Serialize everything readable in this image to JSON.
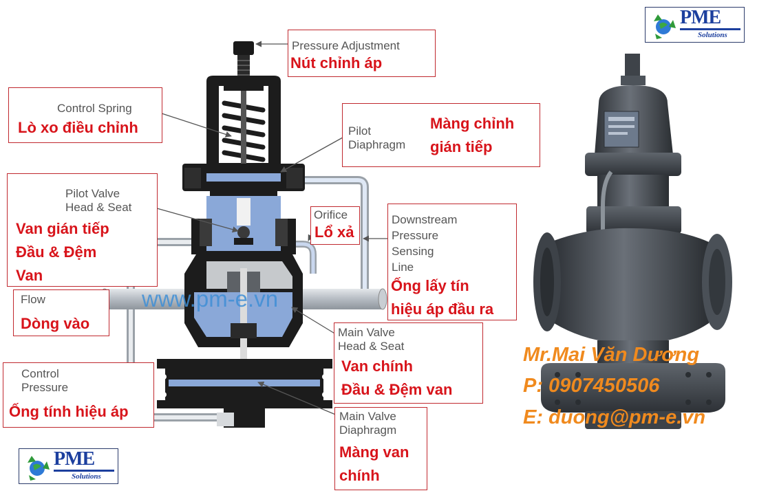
{
  "logo": {
    "brand": "PME",
    "tagline": "Solutions"
  },
  "watermark": "www.pm-e.vn",
  "labels": {
    "pressure_adjustment": {
      "en": "Pressure Adjustment",
      "vi": "Nút chỉnh áp"
    },
    "control_spring": {
      "en": "Control Spring",
      "vi": "Lò xo điều chỉnh"
    },
    "pilot_diaphragm": {
      "en": "Pilot\nDiaphragm",
      "vi": "Màng chỉnh\ngián tiếp"
    },
    "pilot_valve": {
      "en": "Pilot Valve\nHead & Seat",
      "vi": "Van gián tiếp\nĐầu & Đệm\nVan"
    },
    "orifice": {
      "en": "Orifice",
      "vi": "Lổ xả"
    },
    "downstream": {
      "en": "Downstream\nPressure\nSensing\nLine",
      "vi": "Ống lấy tín\nhiệu áp đầu ra"
    },
    "flow": {
      "en": "Flow",
      "vi": "Dòng vào"
    },
    "main_valve_head": {
      "en": "Main Valve\nHead & Seat",
      "vi": "Van chính\nĐầu & Đệm van"
    },
    "control_pressure": {
      "en": "Control\nPressure",
      "vi": "Ống tính hiệu áp"
    },
    "main_valve_diaphragm": {
      "en": "Main Valve\nDiaphragm",
      "vi": "Màng van\nchính"
    }
  },
  "contact": {
    "name": "Mr.Mai Văn Dương",
    "phone": "P: 0907450506",
    "email": "E: duong@pm-e.vn"
  },
  "colors": {
    "label_red": "#d8141b",
    "box_border": "#c0282e",
    "leader_gray": "#555555",
    "watermark_blue": "#3f8fd6",
    "contact_orange": "#f08a1e",
    "valve_body": "#1c1c1c",
    "fluid_blue": "#8aa8d8",
    "casting_gray": "#4a4f56"
  }
}
